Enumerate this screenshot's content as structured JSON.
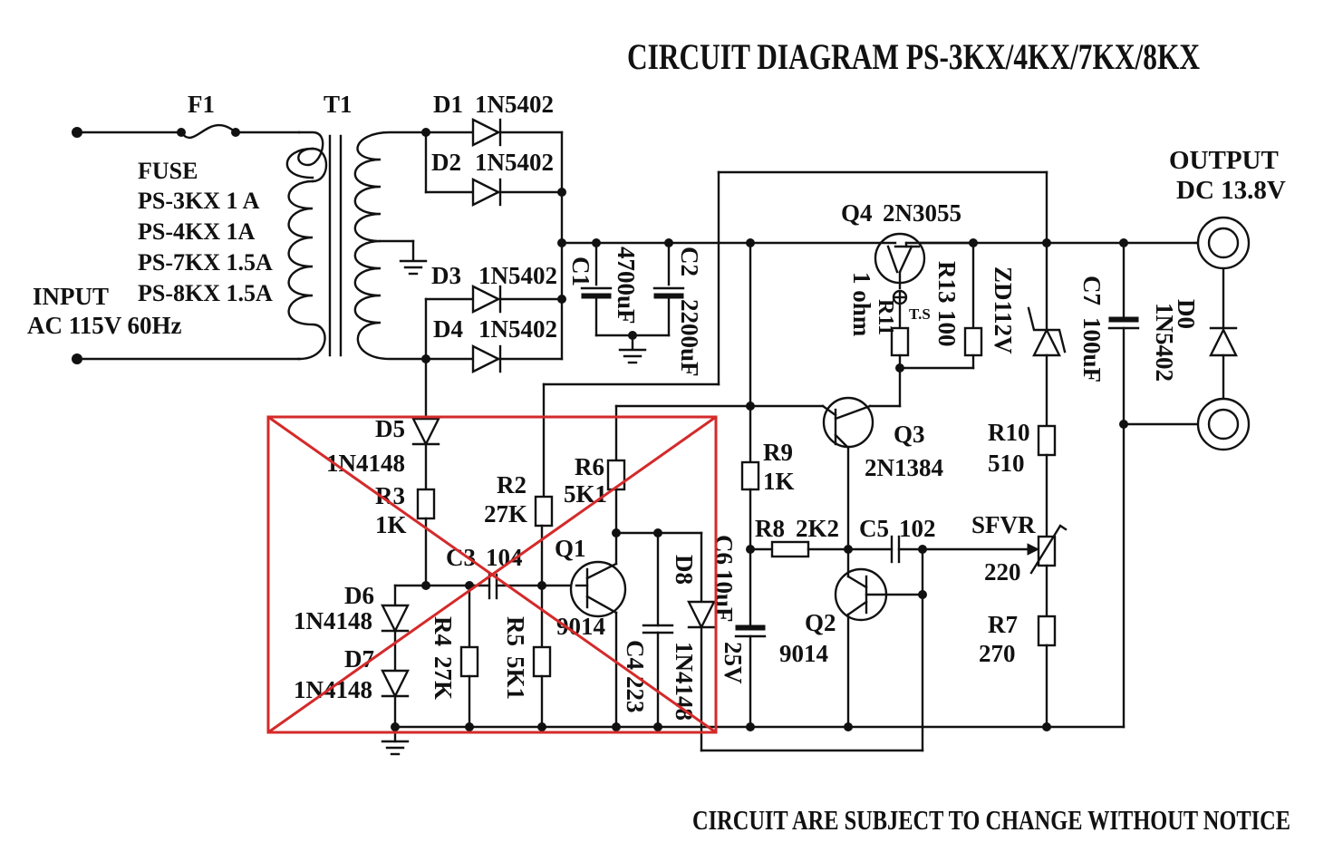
{
  "title": "CIRCUIT DIAGRAM PS-3KX/4KX/7KX/8KX",
  "footer": "CIRCUIT  ARE  SUBJECT  TO  CHANGE  WITHOUT  NOTICE",
  "input": {
    "line1": "INPUT",
    "line2": "AC  115V  60Hz"
  },
  "output": {
    "line1": "OUTPUT",
    "line2": "DC  13.8V"
  },
  "fuse": {
    "ref": "F1",
    "heading": "FUSE",
    "rows": [
      "PS-3KX  1 A",
      "PS-4KX  1A",
      "PS-7KX  1.5A",
      "PS-8KX  1.5A"
    ]
  },
  "transformer": {
    "ref": "T1"
  },
  "components": {
    "D1": {
      "ref": "D1",
      "value": "1N5402"
    },
    "D2": {
      "ref": "D2",
      "value": "1N5402"
    },
    "D3": {
      "ref": "D3",
      "value": "1N5402"
    },
    "D4": {
      "ref": "D4",
      "value": "1N5402"
    },
    "C1": {
      "ref": "C1",
      "value": "4700uF"
    },
    "C2": {
      "ref": "C2",
      "value": "2200uF"
    },
    "Q4": {
      "ref": "Q4",
      "value": "2N3055"
    },
    "R11": {
      "ref": "R11",
      "value": "1 ohm",
      "note": "T.S"
    },
    "R13": {
      "ref": "R13",
      "value": "100"
    },
    "ZD1": {
      "ref": "ZD1",
      "value": "12V"
    },
    "C7": {
      "ref": "C7",
      "value": "100uF"
    },
    "D0": {
      "ref": "D0",
      "value": "1N5402"
    },
    "D5": {
      "ref": "D5",
      "value": "1N4148"
    },
    "R3": {
      "ref": "R3",
      "value": "1K"
    },
    "R2": {
      "ref": "R2",
      "value": "27K"
    },
    "R6": {
      "ref": "R6",
      "value": "5K1"
    },
    "Q1": {
      "ref": "Q1",
      "value": "9014"
    },
    "C3": {
      "ref": "C3",
      "value": "104"
    },
    "D6": {
      "ref": "D6",
      "value": "1N4148"
    },
    "D7": {
      "ref": "D7",
      "value": "1N4148"
    },
    "R4": {
      "ref": "R4",
      "value": "27K"
    },
    "R5": {
      "ref": "R5",
      "value": "5K1"
    },
    "C4": {
      "ref": "C4",
      "value": "223"
    },
    "D8": {
      "ref": "D8",
      "value": "1N4148"
    },
    "R9": {
      "ref": "R9",
      "value": "1K"
    },
    "C6": {
      "ref": "C6",
      "value": "10uF",
      "voltage": "25V"
    },
    "R8": {
      "ref": "R8",
      "value": "2K2"
    },
    "Q3": {
      "ref": "Q3",
      "value": "2N1384"
    },
    "C5": {
      "ref": "C5",
      "value": "102"
    },
    "Q2": {
      "ref": "Q2",
      "value": "9014"
    },
    "R10": {
      "ref": "R10",
      "value": "510"
    },
    "SFVR": {
      "ref": "SFVR",
      "value": "220"
    },
    "R7": {
      "ref": "R7",
      "value": "270"
    }
  },
  "colors": {
    "ink": "#111111",
    "cross_out": "#d42a2a",
    "paper": "#ffffff"
  }
}
